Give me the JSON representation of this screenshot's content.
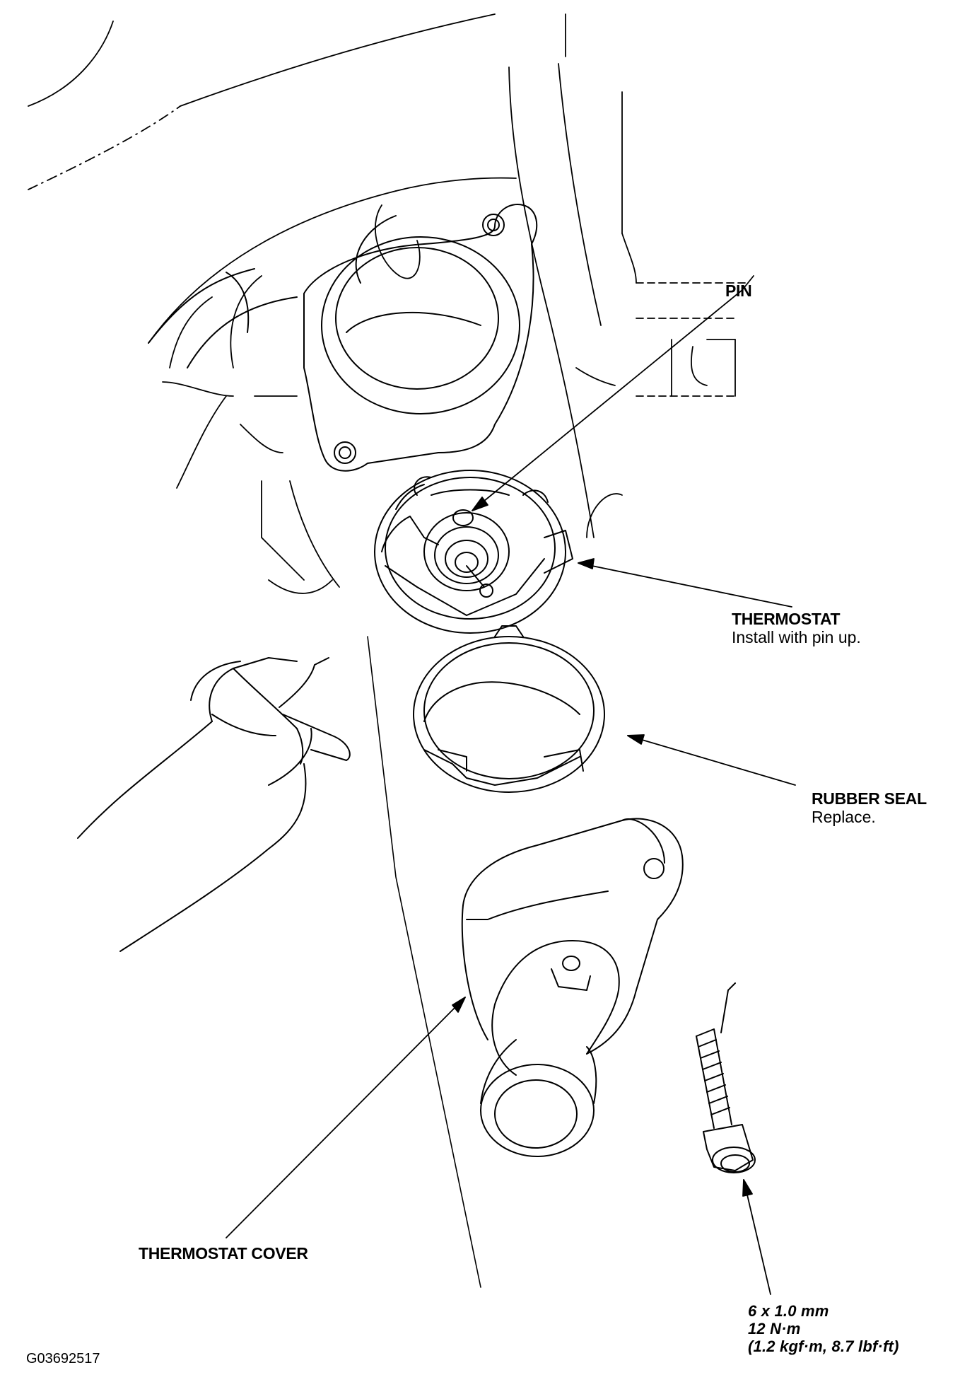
{
  "figure_id": "G03692517",
  "labels": {
    "pin": {
      "title": "PIN"
    },
    "thermostat": {
      "title": "THERMOSTAT",
      "note": "Install with pin up."
    },
    "rubber_seal": {
      "title": "RUBBER SEAL",
      "note": "Replace."
    },
    "thermostat_cover": {
      "title": "THERMOSTAT COVER"
    },
    "bolt": {
      "size": "6 x 1.0 mm",
      "torque_nm": "12 N·m",
      "torque_alt": "(1.2 kgf·m, 8.7 lbf·ft)"
    }
  },
  "colors": {
    "line": "#000000",
    "background": "#ffffff"
  }
}
